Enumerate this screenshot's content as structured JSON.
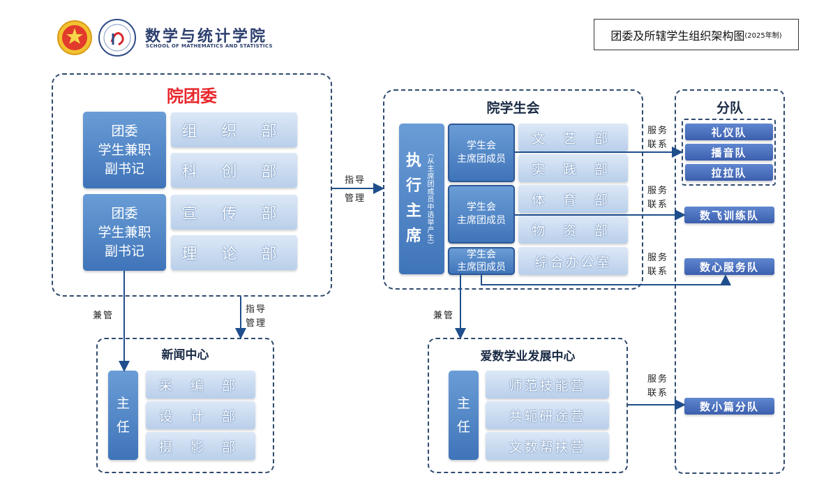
{
  "header": {
    "school_name": "数学与统计学院",
    "school_name_en": "SCHOOL OF MATHEMATICS AND STATISTICS",
    "badge_title": "团委及所辖学生组织架构图",
    "badge_year": "(2025年制)"
  },
  "league": {
    "title": "院团委",
    "sec1": "团委\n学生兼职\n副书记",
    "sec2": "团委\n学生兼职\n副书记",
    "depts": [
      "组 织 部",
      "科 创 部",
      "宣 传 部",
      "理 论 部"
    ]
  },
  "student_union": {
    "title": "院学生会",
    "chair": "执\n行\n主\n席",
    "chair_note": "（从主席团成员中选举产生）",
    "presidium": [
      "学生会\n主席团成员",
      "学生会\n主席团成员",
      "学生会\n主席团成员"
    ],
    "depts": [
      "文 艺 部",
      "实 践 部",
      "体 育 部",
      "物 资 部",
      "综合办公室"
    ]
  },
  "teams": {
    "title": "分队",
    "grouped": [
      "礼仪队",
      "播音队",
      "拉拉队"
    ],
    "fly": "数飞训练队",
    "heart": "数心服务队",
    "bamboo": "数小篇分队"
  },
  "news": {
    "title": "新闻中心",
    "head": "主\n任",
    "depts": [
      "采 编 部",
      "设 计 部",
      "摄 影 部"
    ]
  },
  "center": {
    "title": "爱数学业发展中心",
    "head": "主\n任",
    "depts": [
      "师范技能营",
      "共轭研途营",
      "文数帮扶营"
    ]
  },
  "labels": {
    "guide1": "指导\n管理",
    "guide2": "指导\n管理",
    "concurrent1": "兼管",
    "concurrent2": "兼管",
    "service1": "服务\n联系",
    "service2": "服务\n联系",
    "service3": "服务\n联系",
    "service4": "服务\n联系"
  },
  "colors": {
    "primary_blue": "#3f74b9",
    "light_blue": "#b9cfea",
    "league_red": "#e8252b",
    "team_blue": "#3c5fae"
  }
}
